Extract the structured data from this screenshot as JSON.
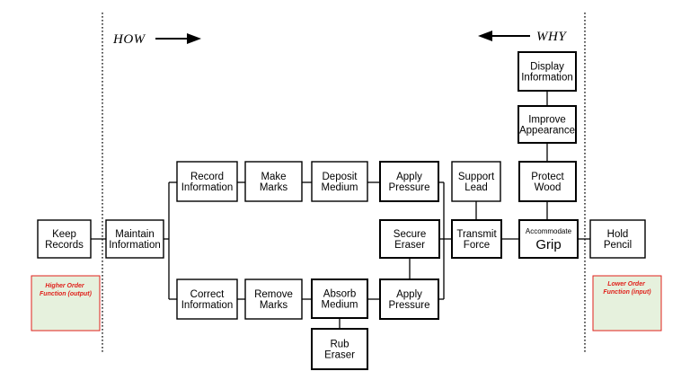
{
  "headings": {
    "how": "HOW",
    "why": "WHY"
  },
  "notes": {
    "left": [
      "Higher Order",
      "Function (output)"
    ],
    "right": [
      "Lower Order",
      "Function (input)"
    ]
  },
  "colors": {
    "note_fill": "#e6f1dd",
    "note_border": "#e0211b",
    "note_text": "#e0211b",
    "box_border": "#000000"
  },
  "boxes": [
    {
      "id": "keep-records",
      "lines": [
        "Keep",
        "Records"
      ]
    },
    {
      "id": "maintain-information",
      "lines": [
        "Maintain",
        "Information"
      ]
    },
    {
      "id": "record-information",
      "lines": [
        "Record",
        "Information"
      ]
    },
    {
      "id": "make-marks",
      "lines": [
        "Make",
        "Marks"
      ]
    },
    {
      "id": "deposit-medium",
      "lines": [
        "Deposit",
        "Medium"
      ]
    },
    {
      "id": "apply-pressure-top",
      "lines": [
        "Apply",
        "Pressure"
      ]
    },
    {
      "id": "support-lead",
      "lines": [
        "Support",
        "Lead"
      ]
    },
    {
      "id": "protect-wood",
      "lines": [
        "Protect",
        "Wood"
      ]
    },
    {
      "id": "improve-appearance",
      "lines": [
        "Improve",
        "Appearance"
      ]
    },
    {
      "id": "display-information",
      "lines": [
        "Display",
        "Information"
      ]
    },
    {
      "id": "correct-information",
      "lines": [
        "Correct",
        "Information"
      ]
    },
    {
      "id": "remove-marks",
      "lines": [
        "Remove",
        "Marks"
      ]
    },
    {
      "id": "absorb-medium",
      "lines": [
        "Absorb",
        "Medium"
      ]
    },
    {
      "id": "apply-pressure-bottom",
      "lines": [
        "Apply",
        "Pressure"
      ]
    },
    {
      "id": "rub-eraser",
      "lines": [
        "Rub",
        "Eraser"
      ]
    },
    {
      "id": "secure-eraser",
      "lines": [
        "Secure",
        "Eraser"
      ]
    },
    {
      "id": "transmit-force",
      "lines": [
        "Transmit",
        "Force"
      ]
    },
    {
      "id": "accommodate-grip",
      "lines": [
        "Accommodate",
        "Grip"
      ]
    },
    {
      "id": "hold-pencil",
      "lines": [
        "Hold",
        "Pencil"
      ]
    }
  ]
}
